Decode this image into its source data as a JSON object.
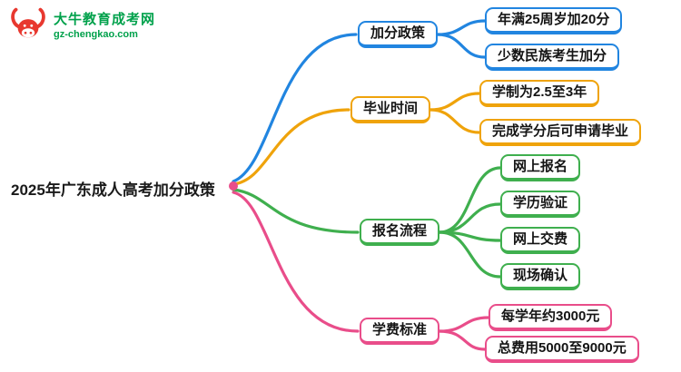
{
  "logo": {
    "icon": "bull-icon",
    "site_name": "大牛教育成考网",
    "site_url": "gz-chengkao.com",
    "brand_green": "#00a14b",
    "brand_red": "#e8382f"
  },
  "root": {
    "label": "2025年广东成人高考加分政策",
    "dot_color": "#e94d8a"
  },
  "branches": [
    {
      "label": "加分政策",
      "color": "#2185e0",
      "children": [
        {
          "label": "年满25周岁加20分"
        },
        {
          "label": "少数民族考生加分"
        }
      ]
    },
    {
      "label": "毕业时间",
      "color": "#efa30b",
      "children": [
        {
          "label": "学制为2.5至3年"
        },
        {
          "label": "完成学分后可申请毕业"
        }
      ]
    },
    {
      "label": "报名流程",
      "color": "#3faf4e",
      "children": [
        {
          "label": "网上报名"
        },
        {
          "label": "学历验证"
        },
        {
          "label": "网上交费"
        },
        {
          "label": "现场确认"
        }
      ]
    },
    {
      "label": "学费标准",
      "color": "#e94d8a",
      "children": [
        {
          "label": "每学年约3000元"
        },
        {
          "label": "总费用5000至9000元"
        }
      ]
    }
  ]
}
